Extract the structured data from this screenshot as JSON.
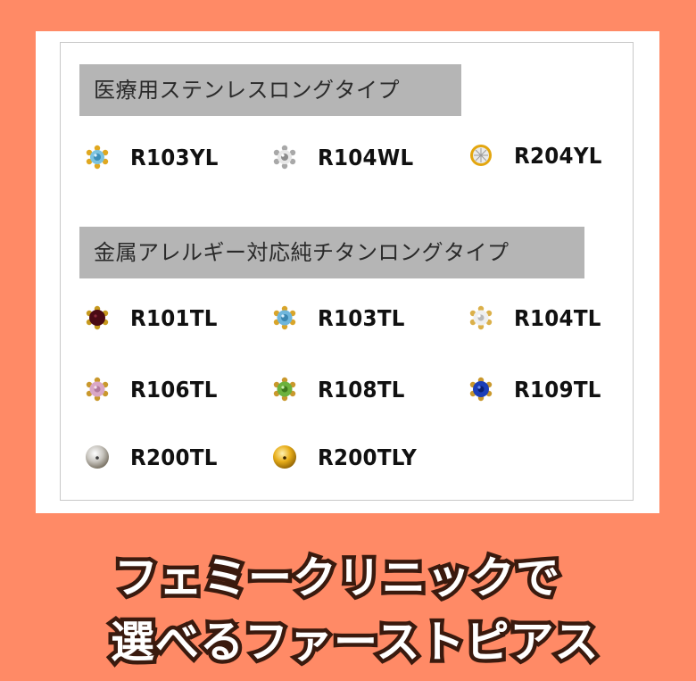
{
  "colors": {
    "background": "#ff8a66",
    "panel": "#ffffff",
    "section_header_bg": "#b5b5b5",
    "caption_text": "#ffffff",
    "caption_outline": "#3a1a0e"
  },
  "sections": [
    {
      "title": "医療用ステンレスロングタイプ",
      "items": [
        {
          "code": "R103YL",
          "gem": "aquamarine-prong-gold",
          "stone_color": "#7cc3e0",
          "metal_color": "#e0a820"
        },
        {
          "code": "R104WL",
          "gem": "clear-prong-silver",
          "stone_color": "#e8e8e8",
          "metal_color": "#a8a8a8"
        },
        {
          "code": "R204YL",
          "gem": "clear-bezel-gold",
          "stone_color": "#eaeaea",
          "metal_color": "#e3a60f"
        }
      ]
    },
    {
      "title": "金属アレルギー対応純チタンロングタイプ",
      "items": [
        {
          "code": "R101TL",
          "gem": "garnet-prong-gold",
          "stone_color": "#4a0a14",
          "metal_color": "#c79a1e"
        },
        {
          "code": "R103TL",
          "gem": "aquamarine-prong-gold",
          "stone_color": "#6fb6dc",
          "metal_color": "#d9a52a"
        },
        {
          "code": "R104TL",
          "gem": "clear-prong-gold",
          "stone_color": "#efefef",
          "metal_color": "#dbb04a"
        },
        {
          "code": "R106TL",
          "gem": "pink-prong-gold",
          "stone_color": "#d9a7c6",
          "metal_color": "#c9982c"
        },
        {
          "code": "R108TL",
          "gem": "peridot-prong-gold",
          "stone_color": "#6cb23c",
          "metal_color": "#c9982c"
        },
        {
          "code": "R109TL",
          "gem": "sapphire-prong-gold",
          "stone_color": "#1c3fb8",
          "metal_color": "#c9982c"
        },
        {
          "code": "R200TL",
          "gem": "ball-silver",
          "stone_color": "#c9c6c0",
          "metal_color": "#8a8170"
        },
        {
          "code": "R200TLY",
          "gem": "ball-gold",
          "stone_color": "#e8ae1a",
          "metal_color": "#a97a08"
        }
      ]
    }
  ],
  "caption": {
    "line1": "フェミークリニックで",
    "line2": "選べるファーストピアス"
  }
}
